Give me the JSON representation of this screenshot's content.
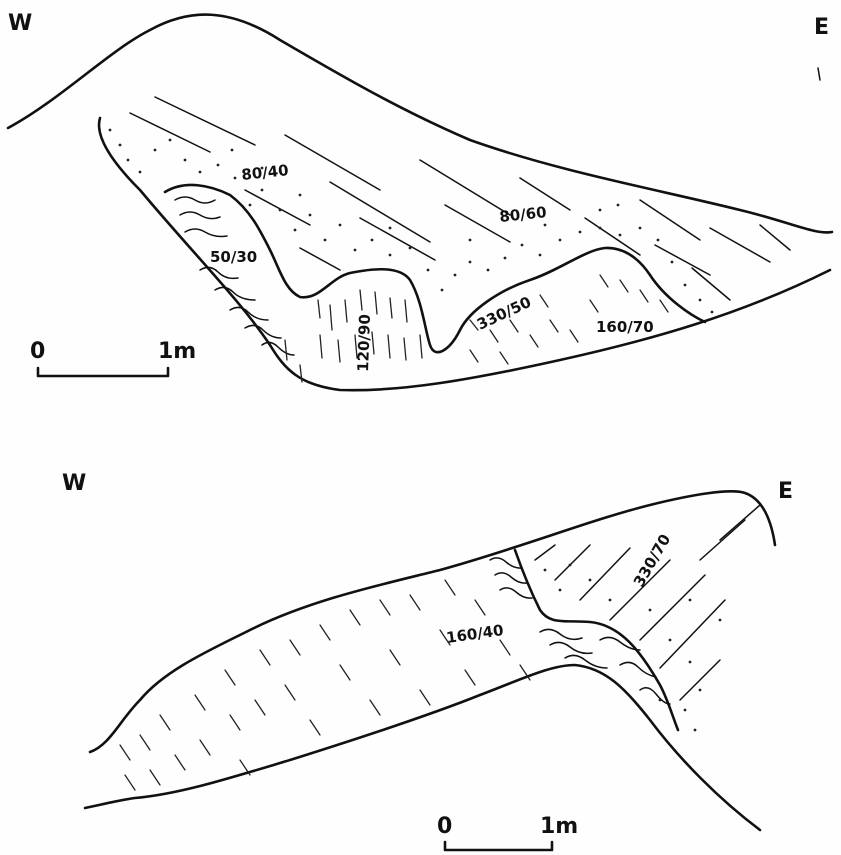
{
  "section1": {
    "west_label": "W",
    "east_label": "E",
    "attitudes": [
      "80/40",
      "80/60",
      "50/30",
      "120/90",
      "330/50",
      "160/70"
    ],
    "scale": {
      "start": "0",
      "end": "1m"
    }
  },
  "section2": {
    "west_label": "W",
    "east_label": "E",
    "attitudes": [
      "160/40",
      "330/70"
    ],
    "scale": {
      "start": "0",
      "end": "1m"
    }
  }
}
